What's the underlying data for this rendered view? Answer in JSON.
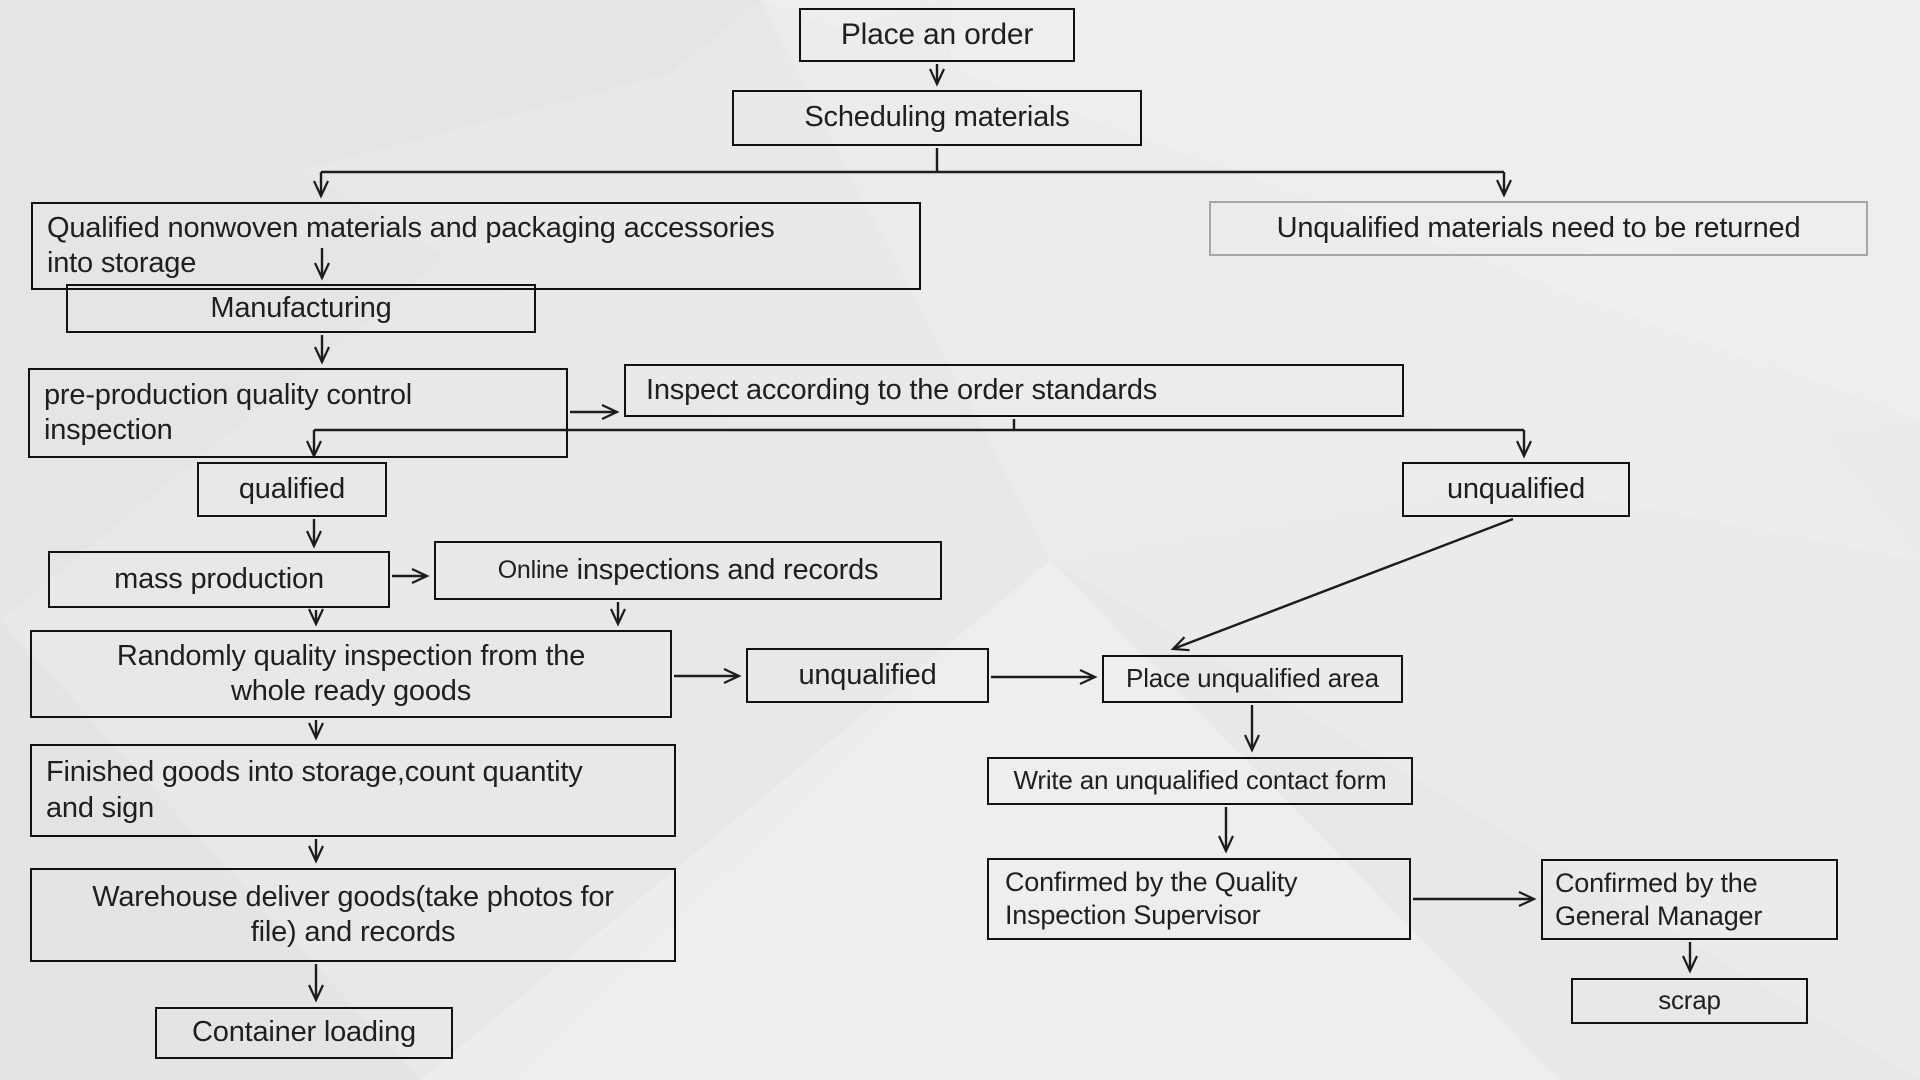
{
  "diagram": {
    "type": "flowchart",
    "subject": "production and quality-control process"
  },
  "colors": {
    "background": "#e9e8e7",
    "box_border": "#111111",
    "muted_box_border": "#a6a6a6",
    "line": "#1c1c1c",
    "text": "#1f1f1f"
  },
  "nodes": {
    "place_order": {
      "label": "Place an order"
    },
    "scheduling": {
      "label": "Scheduling materials"
    },
    "qualified_storage": {
      "lines": [
        "Qualified nonwoven materials and packaging accessories",
        "into storage"
      ]
    },
    "unqualified_returned": {
      "label": "Unqualified materials need to be returned"
    },
    "manufacturing": {
      "label": "Manufacturing"
    },
    "preproduction": {
      "lines": [
        "pre-production quality control",
        "inspection"
      ]
    },
    "inspect_standards": {
      "label": "Inspect according to the order standards"
    },
    "qualified": {
      "label": "qualified"
    },
    "mass_production": {
      "label": "mass production"
    },
    "online_inspections": {
      "label_prefix": "Online",
      "label_rest": " inspections and records"
    },
    "randomly_inspection": {
      "lines": [
        "Randomly quality inspection from the",
        "whole ready goods"
      ]
    },
    "unqualified_mid": {
      "label": "unqualified"
    },
    "unqualified_right": {
      "label": "unqualified"
    },
    "place_unqualified": {
      "label": "Place unqualified area"
    },
    "write_contact": {
      "label": "Write an unqualified contact form"
    },
    "confirmed_quality": {
      "lines": [
        "Confirmed by the Quality",
        "Inspection Supervisor"
      ]
    },
    "confirmed_gm": {
      "lines": [
        "Confirmed by the",
        "General Manager"
      ]
    },
    "scrap": {
      "label": "scrap"
    },
    "finished_goods": {
      "lines": [
        "Finished goods into storage,count quantity",
        "and sign"
      ]
    },
    "warehouse": {
      "lines": [
        "Warehouse deliver goods(take photos for",
        "file) and records"
      ]
    },
    "container": {
      "label": "Container loading"
    }
  }
}
